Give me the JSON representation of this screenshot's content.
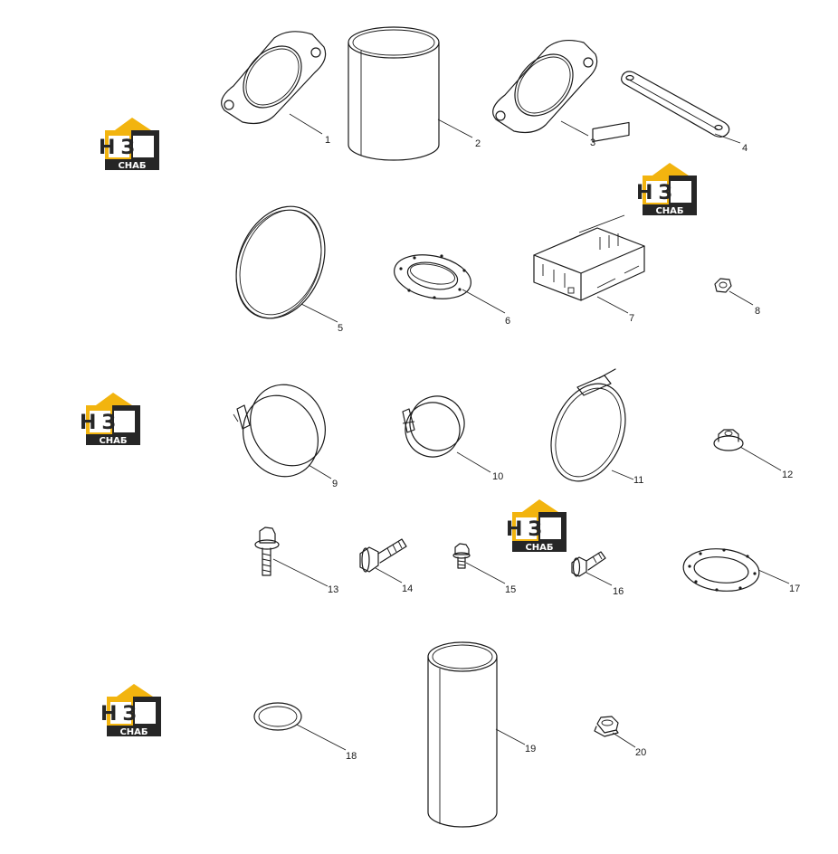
{
  "logo": {
    "mark": "НЗ",
    "word": "СНАБ",
    "colors": {
      "gold": "#f2b40f",
      "dark": "#262626",
      "white": "#ffffff"
    }
  },
  "parts": [
    {
      "id": "1",
      "name": "gasket-oval"
    },
    {
      "id": "2",
      "name": "pipe-sleeve"
    },
    {
      "id": "3",
      "name": "gasket-oval"
    },
    {
      "id": "4",
      "name": "strap-bar"
    },
    {
      "id": "5",
      "name": "seal-ring"
    },
    {
      "id": "6",
      "name": "bolt-flange"
    },
    {
      "id": "7",
      "name": "control-module"
    },
    {
      "id": "8",
      "name": "nut"
    },
    {
      "id": "9",
      "name": "band-clamp"
    },
    {
      "id": "10",
      "name": "hose-clamp"
    },
    {
      "id": "11",
      "name": "v-band-clamp"
    },
    {
      "id": "12",
      "name": "flange-nut"
    },
    {
      "id": "13",
      "name": "flange-bolt"
    },
    {
      "id": "14",
      "name": "flange-bolt"
    },
    {
      "id": "15",
      "name": "small-bolt"
    },
    {
      "id": "16",
      "name": "flange-bolt"
    },
    {
      "id": "17",
      "name": "gasket-flange"
    },
    {
      "id": "18",
      "name": "o-ring"
    },
    {
      "id": "19",
      "name": "long-tube"
    },
    {
      "id": "20",
      "name": "plug"
    }
  ]
}
